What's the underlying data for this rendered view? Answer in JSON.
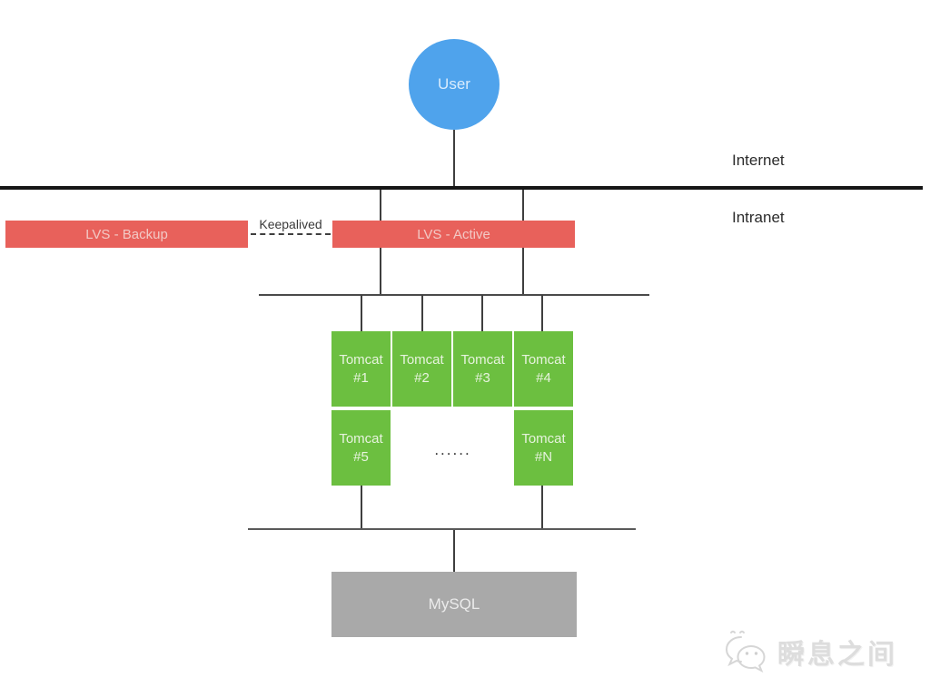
{
  "nodes": {
    "user": "User",
    "lvs_backup": "LVS - Backup",
    "lvs_active": "LVS - Active",
    "keepalived": "Keepalived",
    "mysql": "MySQL",
    "ellipsis": "......"
  },
  "zones": {
    "internet": "Internet",
    "intranet": "Intranet"
  },
  "tomcats": [
    {
      "name": "Tomcat",
      "id": "#1"
    },
    {
      "name": "Tomcat",
      "id": "#2"
    },
    {
      "name": "Tomcat",
      "id": "#3"
    },
    {
      "name": "Tomcat",
      "id": "#4"
    },
    {
      "name": "Tomcat",
      "id": "#5"
    },
    {
      "name": "Tomcat",
      "id": "#N"
    }
  ],
  "watermark": {
    "text": "瞬息之间",
    "icon": "wechat-icon"
  },
  "colors": {
    "user_node": "#4FA3EC",
    "lvs_node": "#E8615B",
    "tomcat_node": "#6CBF40",
    "mysql_node": "#A9A9A9",
    "divider_line": "#161616",
    "connector_line": "#3F3F3F",
    "watermark": "#DDDDDD"
  }
}
